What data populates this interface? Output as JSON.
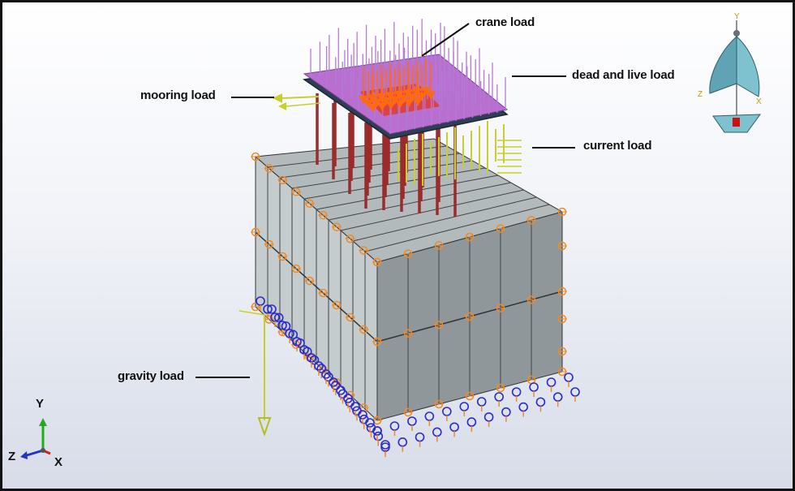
{
  "labels": {
    "crane": "crane load",
    "dead_live": "dead and live load",
    "mooring": "mooring load",
    "current": "current load",
    "gravity": "gravity load"
  },
  "triad": {
    "y": "Y",
    "z": "Z",
    "x": "X"
  },
  "view_cube": {
    "y": "Y",
    "z": "Z",
    "x": "X"
  },
  "colors": {
    "block_face": "#9aa1a3",
    "block_side": "#c2c9ca",
    "pile": "#9c2b2b",
    "deck": "#b06ac4",
    "dead_live_arrows": "#b27ad6",
    "crane_arrows": "#ff6a10",
    "current_arrows": "#c9cf2a",
    "mooring_arrows": "#c9cf2a",
    "spring_orange": "#f08a24",
    "support_blue": "#2a2ad0"
  }
}
